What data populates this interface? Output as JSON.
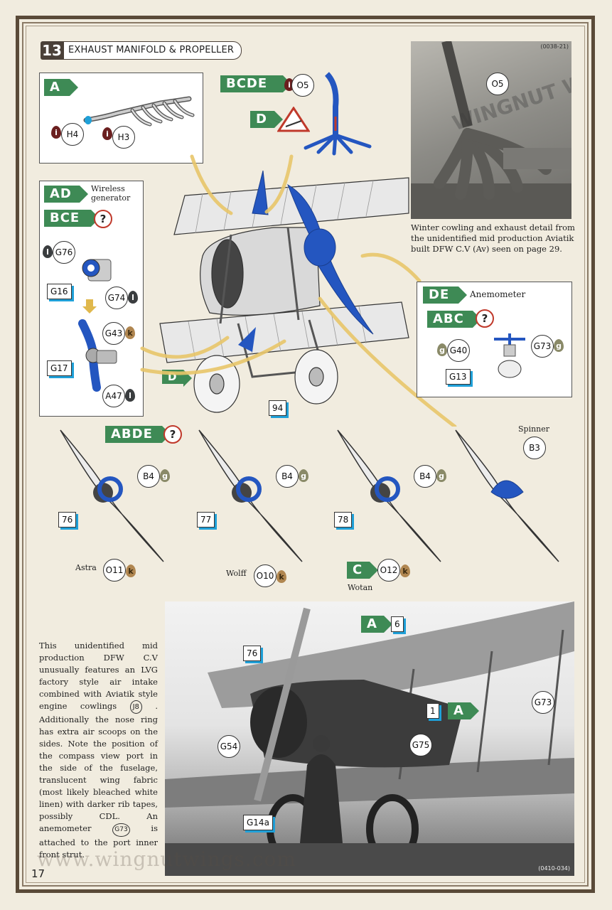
{
  "step": {
    "number": "13",
    "title": "EXHAUST MANIFOLD & PROPELLER"
  },
  "box_a": {
    "flag": "A",
    "parts": [
      "H4",
      "H3"
    ]
  },
  "top_center": {
    "flag": "BCDE",
    "part": "O5",
    "flag_d": "D"
  },
  "photo_top": {
    "ref": "(0038-21)",
    "callout": "O5",
    "watermark": "WINGNUT WINGS",
    "caption": "Winter cowling and exhaust detail from the unidentified mid production Aviatik built DFW C.V (Av) seen on page 29."
  },
  "box_left": {
    "flag1": "AD",
    "flag1_label": "Wireless generator",
    "flag2": "BCE",
    "parts": [
      "G76",
      "G16",
      "G74",
      "G43",
      "G17",
      "A47"
    ]
  },
  "main": {
    "flag_d": "D",
    "part": "94"
  },
  "box_right": {
    "flag1": "DE",
    "flag1_label": "Anemometer",
    "flag2": "ABC",
    "parts": [
      "G40",
      "G73",
      "G13"
    ]
  },
  "props": {
    "flag": "ABDE",
    "spinner_label": "Spinner",
    "spinner_part": "B3",
    "items": [
      {
        "blade": "76",
        "hub": "B4",
        "tip": "O11",
        "name": "Astra"
      },
      {
        "blade": "77",
        "hub": "B4",
        "tip": "O10",
        "name": "Wolff"
      },
      {
        "blade": "78",
        "hub": "B4",
        "tip": "O12",
        "name": "Wotan",
        "flag": "C"
      }
    ]
  },
  "paragraph": {
    "before": "This unidentified mid production DFW C.V unusually features an LVG factory style air intake combined with Aviatik style engine cowlings",
    "ref1": "J8",
    "middle": ". Additionally the nose ring has extra air scoops on the sides. Note the position of the compass view port in the side of the fuselage, translucent wing fabric (most likely bleached white linen) with darker rib tapes, possibly CDL. An anemometer",
    "ref2": "G73",
    "after": "is attached to the port inner front strut."
  },
  "photo_bottom": {
    "ref": "(0410-034)",
    "callouts": [
      "76",
      "6",
      "1",
      "G73",
      "G54",
      "G75",
      "G14a"
    ],
    "flag_a": "A"
  },
  "footer": {
    "website": "www.wingnutwings.com",
    "page": "17"
  },
  "colors": {
    "green": "#3e8a55",
    "blue": "#2456c0",
    "accent_blue": "#1fa0d8",
    "red": "#c0392b",
    "frame": "#5a4a38"
  }
}
